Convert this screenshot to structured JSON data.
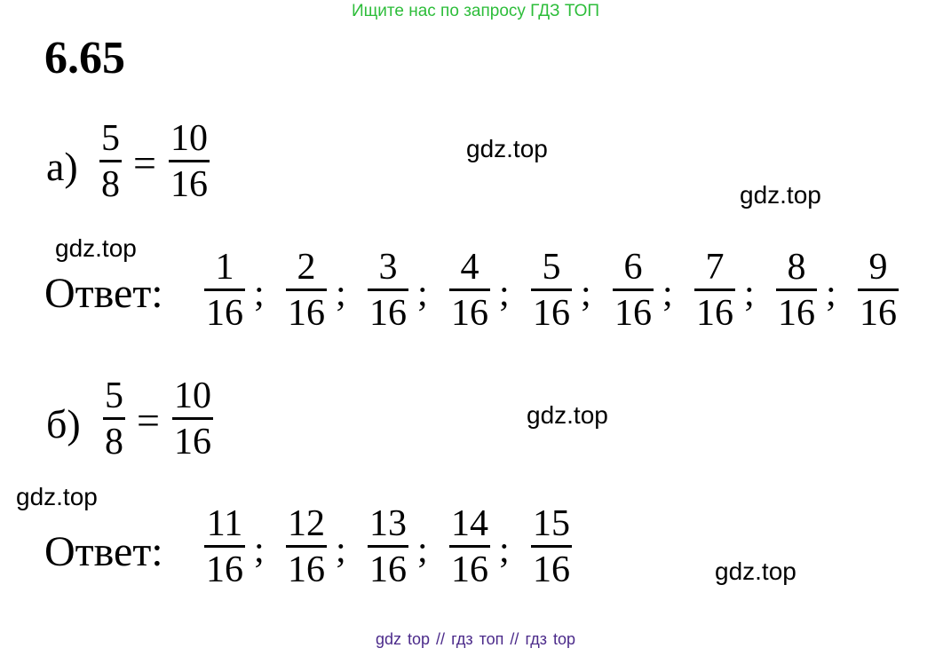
{
  "banner": "Ищите нас по запросу ГДЗ ТОП",
  "problem_number": "6.65",
  "watermark": "gdz.top",
  "answer_label": "Ответ:",
  "part_a": {
    "label": "а)",
    "equation": {
      "left": {
        "num": "5",
        "den": "8"
      },
      "sign": "=",
      "right": {
        "num": "10",
        "den": "16"
      }
    },
    "answer": [
      {
        "num": "1",
        "den": "16"
      },
      {
        "num": "2",
        "den": "16"
      },
      {
        "num": "3",
        "den": "16"
      },
      {
        "num": "4",
        "den": "16"
      },
      {
        "num": "5",
        "den": "16"
      },
      {
        "num": "6",
        "den": "16"
      },
      {
        "num": "7",
        "den": "16"
      },
      {
        "num": "8",
        "den": "16"
      },
      {
        "num": "9",
        "den": "16"
      }
    ]
  },
  "part_b": {
    "label": "б)",
    "equation": {
      "left": {
        "num": "5",
        "den": "8"
      },
      "sign": "=",
      "right": {
        "num": "10",
        "den": "16"
      }
    },
    "answer": [
      {
        "num": "11",
        "den": "16"
      },
      {
        "num": "12",
        "den": "16"
      },
      {
        "num": "13",
        "den": "16"
      },
      {
        "num": "14",
        "den": "16"
      },
      {
        "num": "15",
        "den": "16"
      }
    ]
  },
  "separator": ";",
  "footer": {
    "link1": "gdz top",
    "divider": "//",
    "link2": "гдз топ",
    "link3": "гдз top"
  }
}
